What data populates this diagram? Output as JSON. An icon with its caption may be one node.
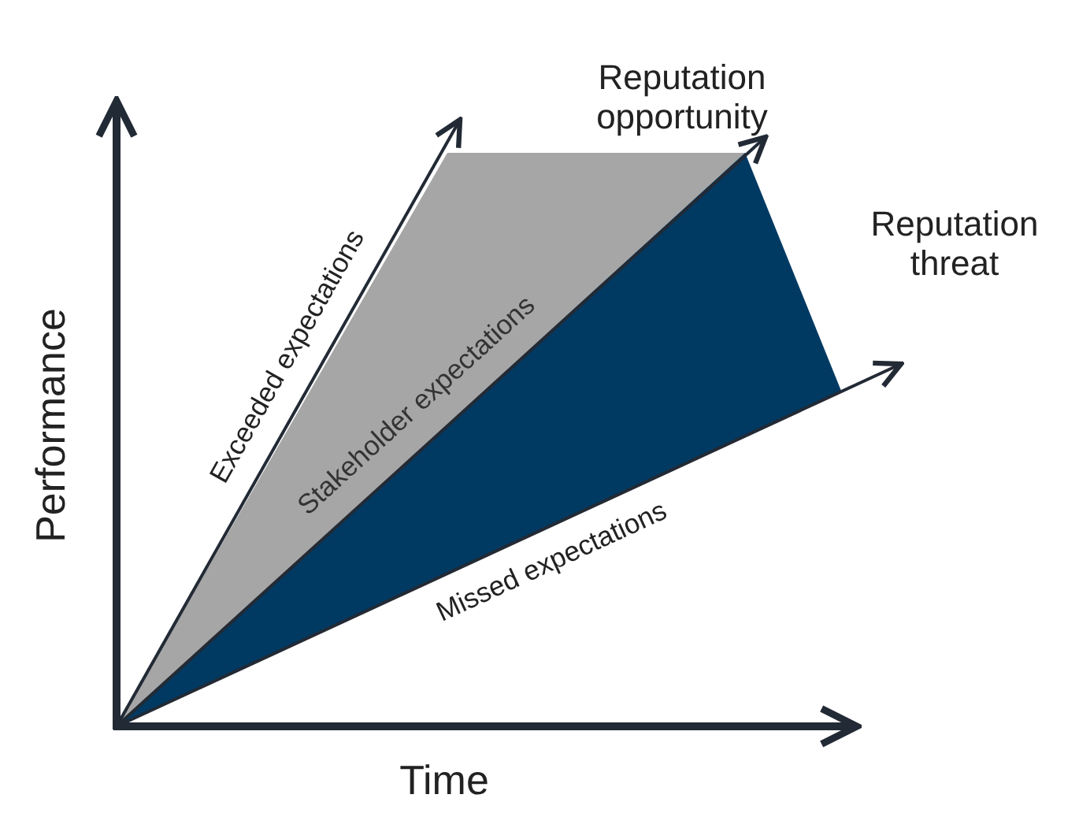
{
  "diagram": {
    "labels": [
      "Reputation opportunity",
      "Reputation threat",
      "Exceeded expectations",
      "Stakeholder expectations",
      "Performance",
      "Missed expectations",
      "Time"
    ]
  }
}
